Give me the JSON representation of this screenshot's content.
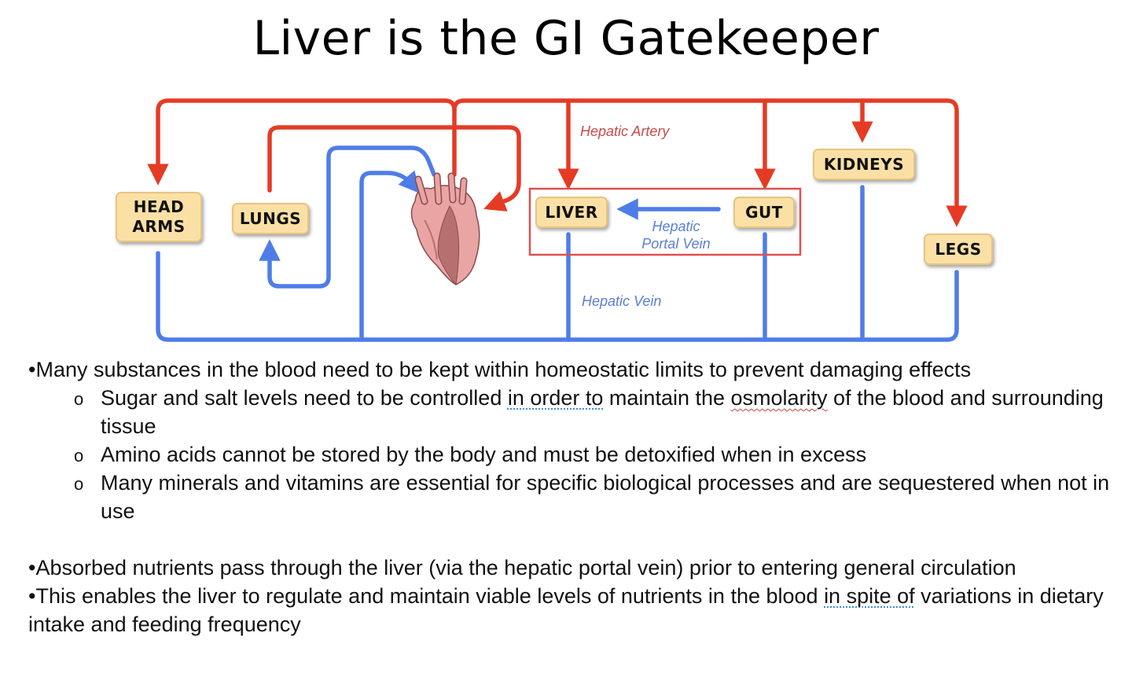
{
  "title": "Liver is the GI Gatekeeper",
  "diagram": {
    "organs": {
      "head_arms": [
        "HEAD",
        "ARMS"
      ],
      "lungs": "LUNGS",
      "liver": "LIVER",
      "gut": "GUT",
      "kidneys": "KIDNEYS",
      "legs": "LEGS"
    },
    "labels": {
      "hepatic_artery": "Hepatic Artery",
      "hepatic_portal_vein": [
        "Hepatic",
        "Portal Vein"
      ],
      "hepatic_vein": "Hepatic Vein"
    },
    "colors": {
      "artery": "#e53b25",
      "vein": "#4f7de8",
      "highlight_box": "#e05050",
      "organ_fill": "#fbe0a6",
      "heart": "#e9a4a4"
    },
    "icons": [
      "heart-icon"
    ]
  },
  "text": {
    "bullet1": "•Many substances in the blood need to be kept within homeostatic limits to prevent damaging effects",
    "sub1": {
      "a": "Sugar and salt levels need to be controlled ",
      "b": "in order to",
      "c": " maintain the ",
      "d": "osmolarity",
      "e": " of the blood and surrounding tissue"
    },
    "sub2": "Amino acids cannot be stored by the body and must be detoxified when in excess",
    "sub3": "Many minerals and vitamins are essential for specific biological processes and are sequestered when not in use",
    "bullet2": "•Absorbed nutrients pass through the liver (via the hepatic portal vein) prior to entering general circulation",
    "bullet3": {
      "a": "•This enables the liver to regulate and maintain viable levels of nutrients in the blood ",
      "b": "in spite of",
      "c": " variations in dietary intake and feeding frequency"
    },
    "sub_marker": "o"
  }
}
